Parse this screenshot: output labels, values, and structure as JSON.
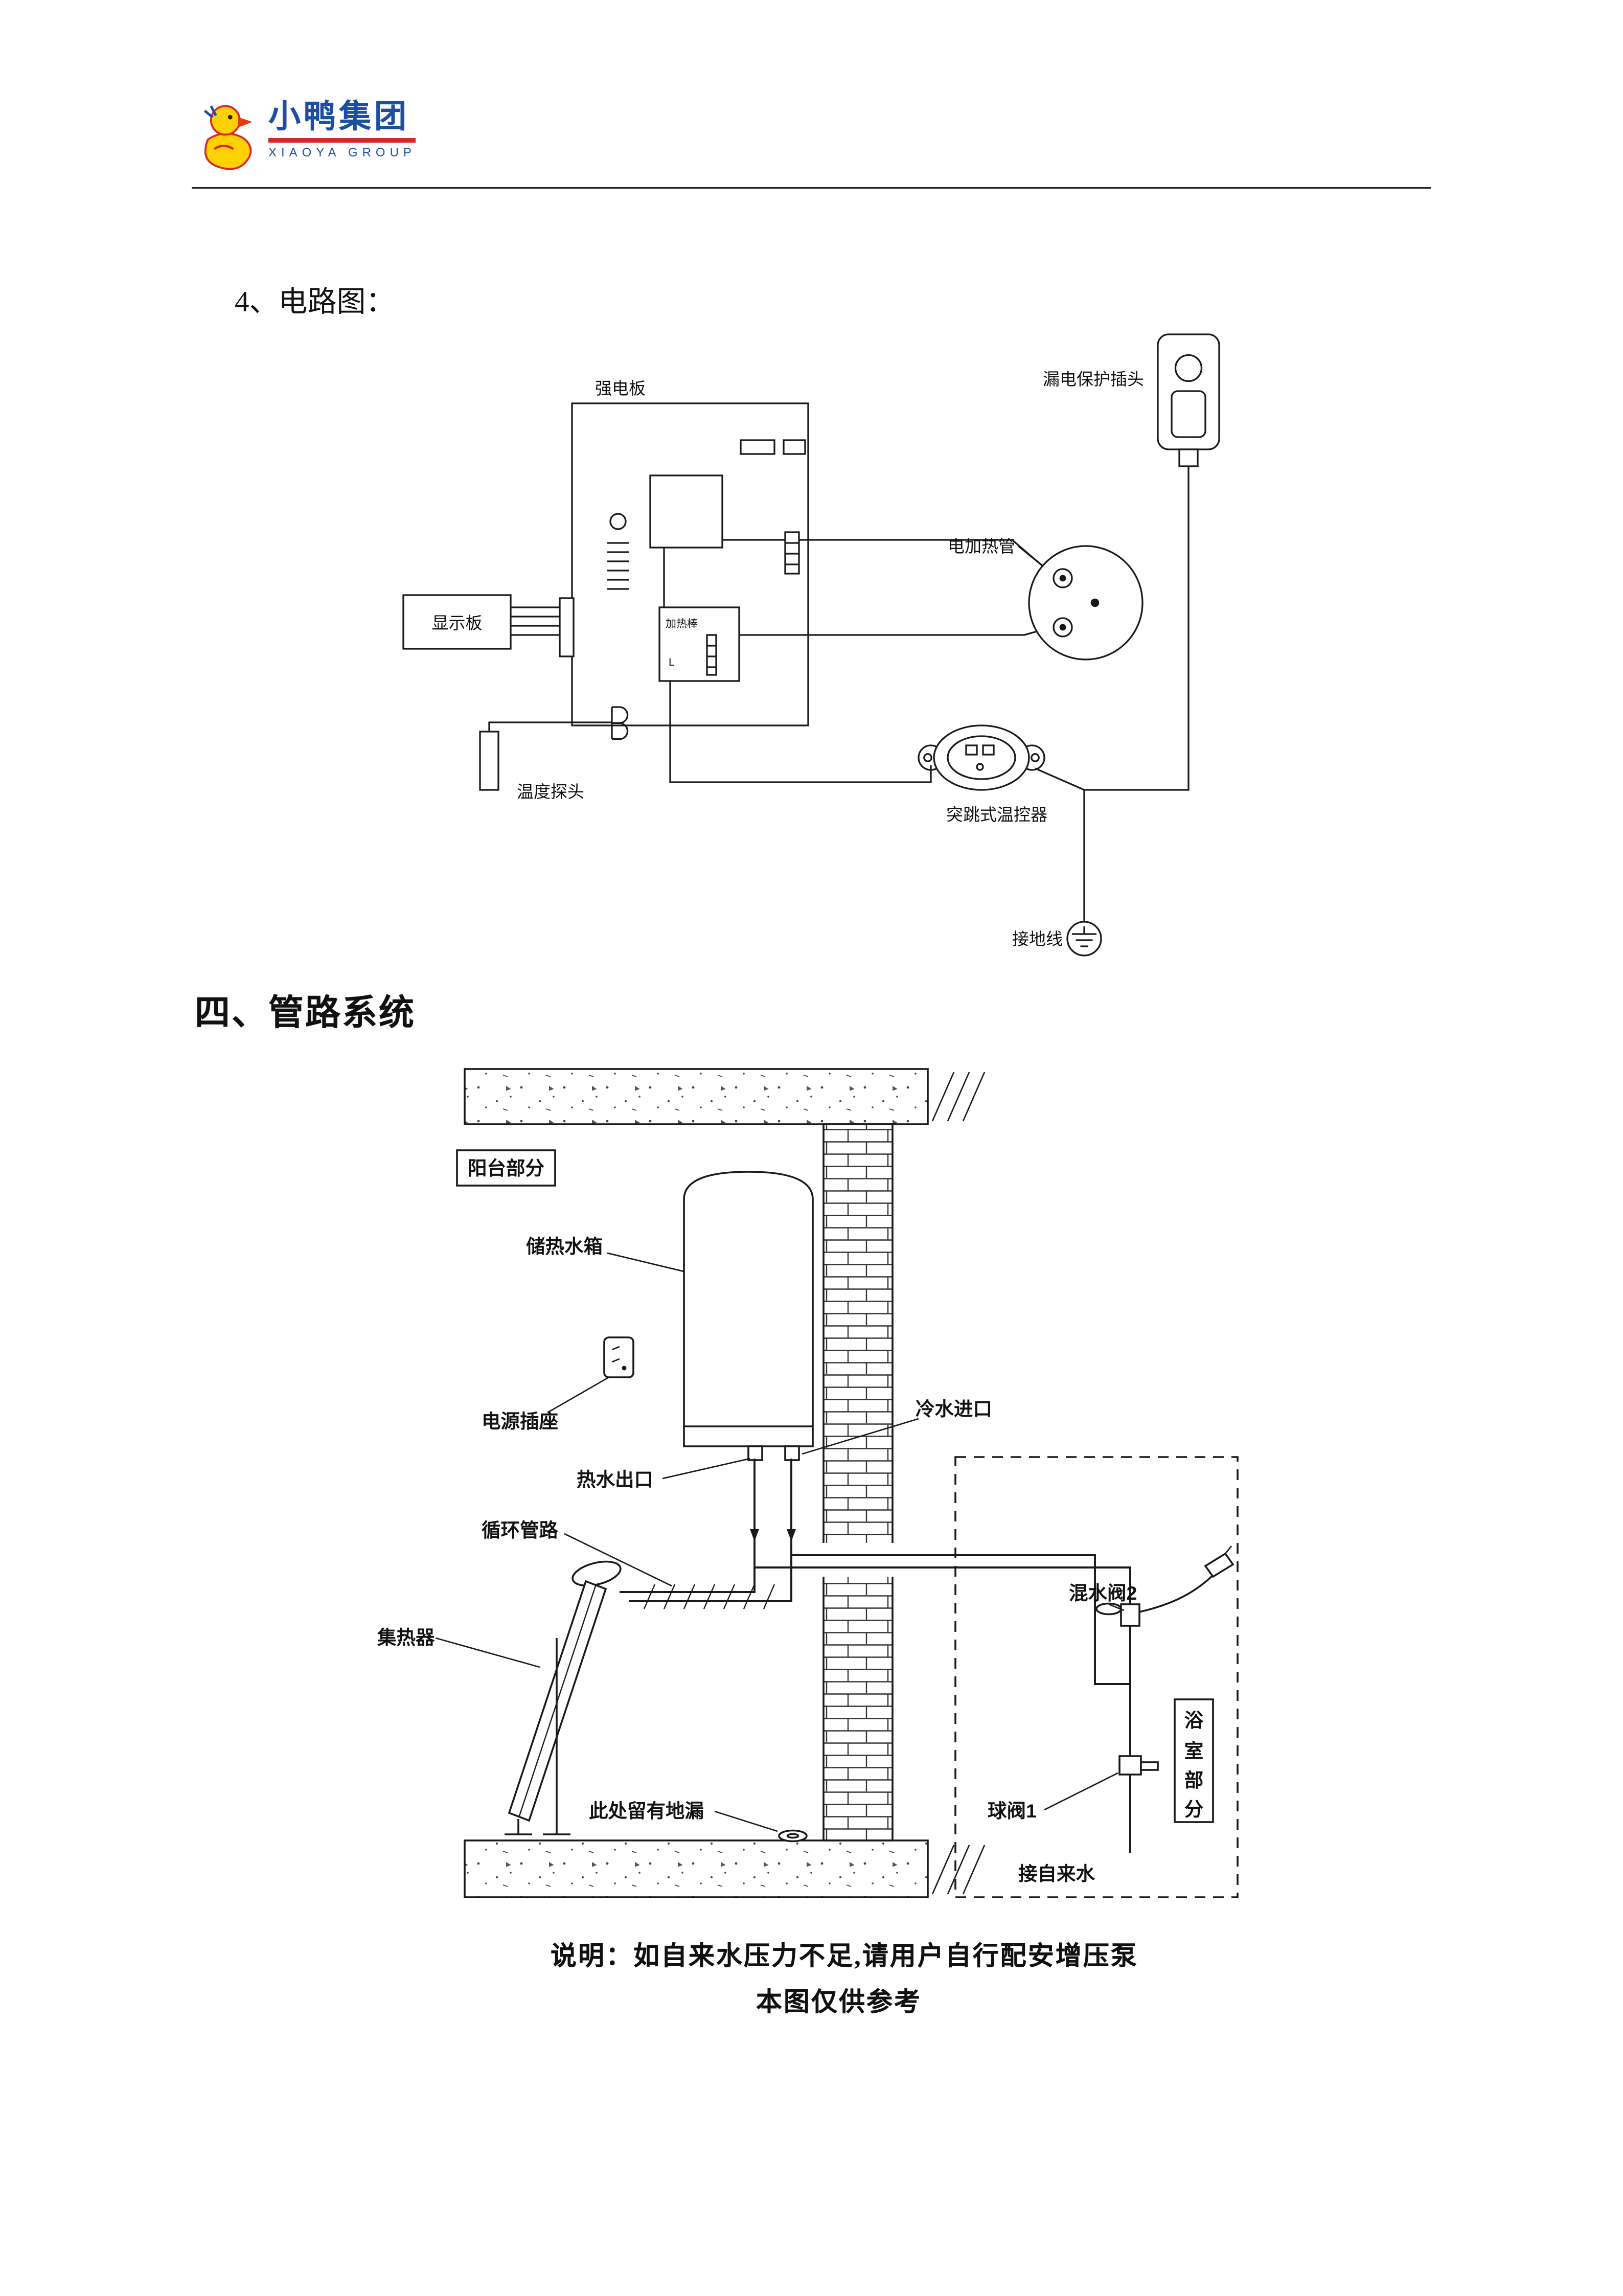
{
  "header": {
    "logo_cn": "小鸭集团",
    "logo_en": "XIAOYA GROUP"
  },
  "sections": {
    "circuit_title": "4、电路图：",
    "pipeline_title": "四、管路系统"
  },
  "captions": {
    "note": "说明：如自来水压力不足,请用户自行配安增压泵",
    "reference": "本图仅供参考"
  },
  "circuit": {
    "labels": {
      "board": "强电板",
      "plug": "漏电保护插头",
      "heater_tube": "电加热管",
      "display_board": "显示板",
      "heating_rod": "加热棒",
      "l_mark": "L",
      "temp_probe": "温度探头",
      "thermostat": "突跳式温控器",
      "ground_wire": "接地线"
    }
  },
  "plumbing": {
    "labels": {
      "balcony": "阳台部分",
      "tank": "储热水箱",
      "power_socket": "电源插座",
      "cold_inlet": "冷水进口",
      "hot_outlet": "热水出口",
      "circulation": "循环管路",
      "collector": "集热器",
      "mixing_valve": "混水阀2",
      "bathroom_chars": [
        "浴",
        "室",
        "部",
        "分"
      ],
      "ball_valve": "球阀1",
      "floor_drain": "此处留有地漏",
      "tap_water": "接自来水"
    }
  },
  "colors": {
    "logo_blue": "#1e4ea1",
    "logo_red": "#d7262c",
    "line": "#1a1a1a"
  }
}
